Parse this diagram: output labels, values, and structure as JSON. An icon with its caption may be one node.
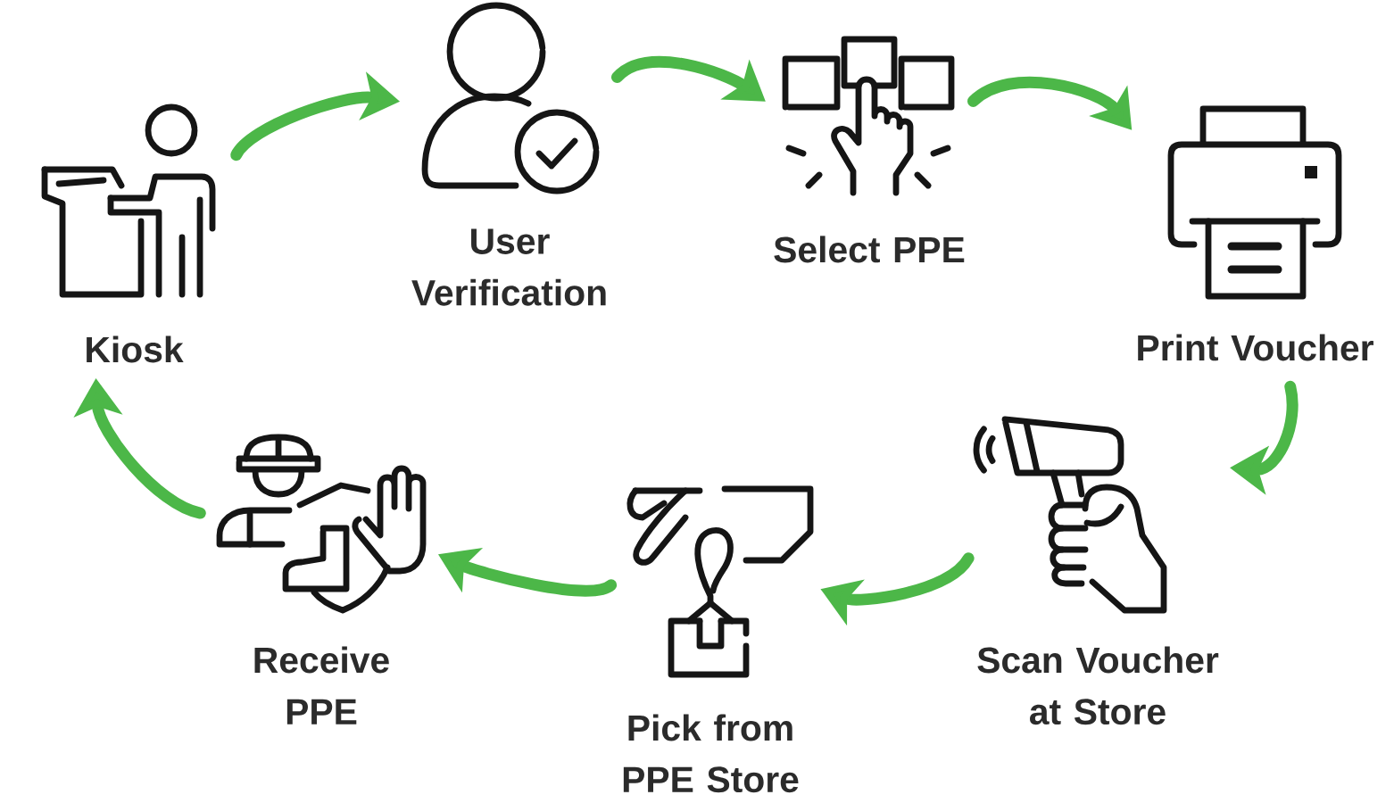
{
  "diagram": {
    "nodes": [
      {
        "text": [
          "Kiosk"
        ]
      },
      {
        "text": [
          "User Verification"
        ]
      },
      {
        "text": [
          "Select PPE"
        ]
      },
      {
        "text": [
          "Print Voucher"
        ]
      },
      {
        "text": [
          "Scan Voucher at Store"
        ]
      },
      {
        "text": [
          "Pick from PPE Store"
        ]
      },
      {
        "text": [
          "Receive PPE"
        ]
      }
    ],
    "edges": [
      {
        "from": 0,
        "to": 1,
        "arrow": "to"
      },
      {
        "from": 1,
        "to": 2,
        "arrow": "to"
      },
      {
        "from": 2,
        "to": 3,
        "arrow": "to"
      },
      {
        "from": 3,
        "to": 4,
        "arrow": "to"
      },
      {
        "from": 4,
        "to": 5,
        "arrow": "to"
      },
      {
        "from": 5,
        "to": 6,
        "arrow": "to"
      },
      {
        "from": 6,
        "to": 0,
        "arrow": "to"
      }
    ]
  }
}
